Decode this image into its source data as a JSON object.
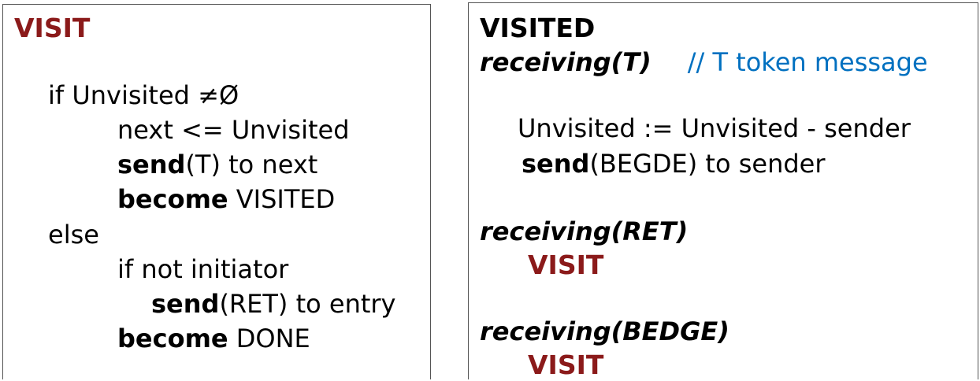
{
  "left_panel": {
    "title": "VISIT",
    "lines": {
      "l1": "if Unvisited ≠Ø",
      "l2": "next <= Unvisited",
      "l3_kw": "send",
      "l3_rest": "(T) to next",
      "l4_kw": "become",
      "l4_rest": " VISITED",
      "l5": "else",
      "l6": "if not initiator",
      "l7_kw": "send",
      "l7_rest": "(RET) to entry",
      "l8_kw": "become",
      "l8_rest": " DONE"
    }
  },
  "right_panel": {
    "title": "VISITED",
    "recv_t": "receiving(T)",
    "comment": "// T token message",
    "line_unvisited": "Unvisited := Unvisited - sender",
    "send_kw": "send",
    "send_rest": "(BEGDE) to sender",
    "recv_ret": "receiving(RET)",
    "visit_1": "VISIT",
    "recv_bedge": "receiving(BEDGE)",
    "visit_2": "VISIT"
  },
  "colors": {
    "keyword_maroon": "#8b1a1a",
    "comment_blue": "#0070c0",
    "border": "#555555"
  }
}
